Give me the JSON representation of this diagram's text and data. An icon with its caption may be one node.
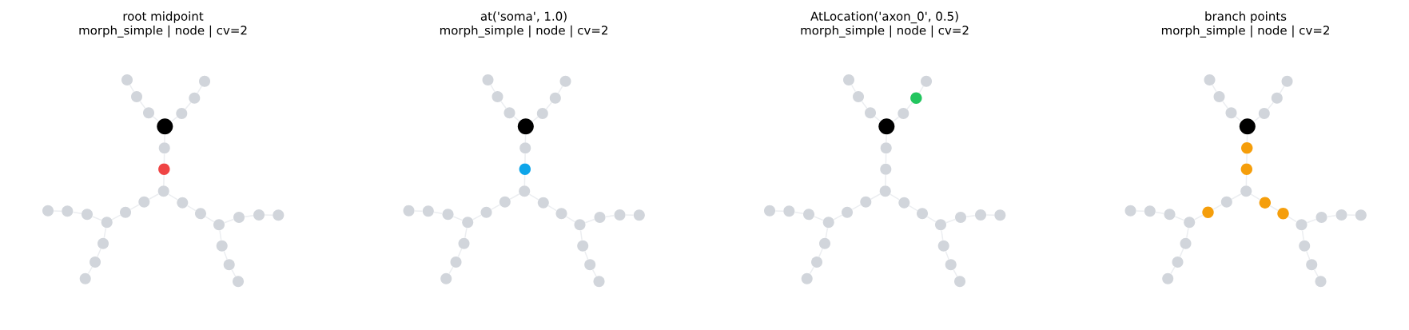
{
  "diagram": {
    "nodes": [
      {
        "text": [],
        "shape": "circle"
      },
      {
        "text": [],
        "shape": "circle"
      },
      {
        "text": [],
        "shape": "circle"
      },
      {
        "text": [],
        "shape": "circle"
      },
      {
        "text": [],
        "shape": "circle"
      },
      {
        "text": [],
        "shape": "circle"
      },
      {
        "text": [],
        "shape": "circle"
      },
      {
        "text": [],
        "shape": "circle"
      },
      {
        "text": [],
        "shape": "circle"
      },
      {
        "text": [],
        "shape": "circle"
      },
      {
        "text": [],
        "shape": "circle"
      },
      {
        "text": [],
        "shape": "circle"
      },
      {
        "text": [],
        "shape": "circle"
      },
      {
        "text": [],
        "shape": "circle"
      },
      {
        "text": [],
        "shape": "circle"
      },
      {
        "text": [],
        "shape": "circle"
      },
      {
        "text": [],
        "shape": "circle"
      },
      {
        "text": [],
        "shape": "circle"
      },
      {
        "text": [],
        "shape": "circle"
      },
      {
        "text": [],
        "shape": "circle"
      },
      {
        "text": [],
        "shape": "circle"
      },
      {
        "text": [],
        "shape": "circle"
      },
      {
        "text": [],
        "shape": "circle"
      },
      {
        "text": [],
        "shape": "circle"
      },
      {
        "text": [],
        "shape": "circle"
      },
      {
        "text": [],
        "shape": "circle"
      },
      {
        "text": [],
        "shape": "circle"
      },
      {
        "text": [],
        "shape": "circle"
      },
      {
        "text": [],
        "shape": "circle"
      },
      {
        "text": [],
        "shape": "circle"
      },
      {
        "text": [],
        "shape": "circle"
      },
      {
        "text": [],
        "shape": "circle"
      },
      {
        "text": [],
        "shape": "circle"
      },
      {
        "text": [],
        "shape": "circle"
      },
      {
        "text": [],
        "shape": "circle"
      },
      {
        "text": [],
        "shape": "circle"
      },
      {
        "text": [],
        "shape": "circle"
      },
      {
        "text": [],
        "shape": "circle"
      },
      {
        "text": [],
        "shape": "circle"
      },
      {
        "text": [],
        "shape": "circle"
      },
      {
        "text": [],
        "shape": "circle"
      },
      {
        "text": [],
        "shape": "circle"
      },
      {
        "text": [],
        "shape": "circle"
      },
      {
        "text": [],
        "shape": "circle"
      },
      {
        "text": [],
        "shape": "circle"
      },
      {
        "text": [],
        "shape": "circle"
      },
      {
        "text": [],
        "shape": "circle"
      },
      {
        "text": [],
        "shape": "circle"
      },
      {
        "text": [],
        "shape": "circle"
      },
      {
        "text": [],
        "shape": "circle"
      },
      {
        "text": [],
        "shape": "circle"
      },
      {
        "text": [],
        "shape": "circle"
      },
      {
        "text": [],
        "shape": "circle"
      },
      {
        "text": [],
        "shape": "circle"
      },
      {
        "text": [],
        "shape": "circle"
      },
      {
        "text": [],
        "shape": "circle"
      },
      {
        "text": [],
        "shape": "circle"
      },
      {
        "text": [],
        "shape": "circle"
      },
      {
        "text": [],
        "shape": "circle"
      },
      {
        "text": [],
        "shape": "circle"
      },
      {
        "text": [],
        "shape": "circle"
      },
      {
        "text": [],
        "shape": "circle"
      },
      {
        "text": [],
        "shape": "circle"
      },
      {
        "text": [],
        "shape": "circle"
      },
      {
        "text": [],
        "shape": "circle"
      },
      {
        "text": [],
        "shape": "circle"
      },
      {
        "text": [],
        "shape": "circle"
      },
      {
        "text": [],
        "shape": "circle"
      },
      {
        "text": [],
        "shape": "circle"
      },
      {
        "text": [],
        "shape": "circle"
      },
      {
        "text": [],
        "shape": "circle"
      },
      {
        "text": [],
        "shape": "circle"
      },
      {
        "text": [],
        "shape": "circle"
      },
      {
        "text": [],
        "shape": "circle"
      },
      {
        "text": [],
        "shape": "circle"
      },
      {
        "text": [],
        "shape": "circle"
      },
      {
        "text": [],
        "shape": "circle"
      },
      {
        "text": [],
        "shape": "circle"
      },
      {
        "text": [],
        "shape": "circle"
      },
      {
        "text": [],
        "shape": "circle"
      },
      {
        "text": [],
        "shape": "circle"
      },
      {
        "text": [],
        "shape": "circle"
      },
      {
        "text": [],
        "shape": "circle"
      },
      {
        "text": [],
        "shape": "circle"
      },
      {
        "text": [],
        "shape": "circle"
      },
      {
        "text": [],
        "shape": "circle"
      },
      {
        "text": [],
        "shape": "circle"
      },
      {
        "text": [],
        "shape": "circle"
      },
      {
        "text": [],
        "shape": "circle"
      },
      {
        "text": [],
        "shape": "circle"
      },
      {
        "text": [],
        "shape": "circle"
      },
      {
        "text": [],
        "shape": "circle"
      },
      {
        "text": [],
        "shape": "circle"
      },
      {
        "text": [],
        "shape": "circle"
      },
      {
        "text": [],
        "shape": "circle"
      },
      {
        "text": [],
        "shape": "circle"
      },
      {
        "text": [],
        "shape": "circle"
      },
      {
        "text": [],
        "shape": "circle"
      },
      {
        "text": [],
        "shape": "circle"
      },
      {
        "text": [],
        "shape": "circle"
      },
      {
        "text": [],
        "shape": "circle"
      },
      {
        "text": [],
        "shape": "circle"
      },
      {
        "text": [],
        "shape": "circle"
      },
      {
        "text": [],
        "shape": "circle"
      },
      {
        "text": [],
        "shape": "circle"
      },
      {
        "text": [],
        "shape": "circle"
      },
      {
        "text": [],
        "shape": "circle"
      },
      {
        "text": [],
        "shape": "circle"
      },
      {
        "text": [],
        "shape": "circle"
      },
      {
        "text": [],
        "shape": "circle"
      },
      {
        "text": [],
        "shape": "circle"
      },
      {
        "text": [],
        "shape": "circle"
      }
    ],
    "edges": [
      {
        "from": 6,
        "to": 4,
        "arrow": "none"
      },
      {
        "from": 4,
        "to": 2,
        "arrow": "none"
      },
      {
        "from": 2,
        "to": 0,
        "arrow": "none"
      },
      {
        "from": 6,
        "to": 5,
        "arrow": "none"
      },
      {
        "from": 5,
        "to": 3,
        "arrow": "none"
      },
      {
        "from": 3,
        "to": 1,
        "arrow": "none"
      },
      {
        "from": 6,
        "to": 7,
        "arrow": "none"
      },
      {
        "from": 7,
        "to": 8,
        "arrow": "none"
      },
      {
        "from": 8,
        "to": 9,
        "arrow": "none"
      },
      {
        "from": 9,
        "to": 10,
        "arrow": "none"
      },
      {
        "from": 10,
        "to": 14,
        "arrow": "none"
      },
      {
        "from": 14,
        "to": 20,
        "arrow": "none"
      },
      {
        "from": 20,
        "to": 16,
        "arrow": "none"
      },
      {
        "from": 16,
        "to": 13,
        "arrow": "none"
      },
      {
        "from": 13,
        "to": 12,
        "arrow": "none"
      },
      {
        "from": 20,
        "to": 22,
        "arrow": "none"
      },
      {
        "from": 22,
        "to": 24,
        "arrow": "none"
      },
      {
        "from": 24,
        "to": 26,
        "arrow": "none"
      },
      {
        "from": 9,
        "to": 11,
        "arrow": "none"
      },
      {
        "from": 11,
        "to": 15,
        "arrow": "none"
      },
      {
        "from": 15,
        "to": 21,
        "arrow": "none"
      },
      {
        "from": 21,
        "to": 19,
        "arrow": "none"
      },
      {
        "from": 19,
        "to": 17,
        "arrow": "none"
      },
      {
        "from": 17,
        "to": 18,
        "arrow": "none"
      },
      {
        "from": 21,
        "to": 23,
        "arrow": "none"
      },
      {
        "from": 23,
        "to": 25,
        "arrow": "none"
      },
      {
        "from": 25,
        "to": 27,
        "arrow": "none"
      },
      {
        "from": 34,
        "to": 32,
        "arrow": "none"
      },
      {
        "from": 32,
        "to": 30,
        "arrow": "none"
      },
      {
        "from": 30,
        "to": 28,
        "arrow": "none"
      },
      {
        "from": 34,
        "to": 33,
        "arrow": "none"
      },
      {
        "from": 33,
        "to": 31,
        "arrow": "none"
      },
      {
        "from": 31,
        "to": 29,
        "arrow": "none"
      },
      {
        "from": 34,
        "to": 35,
        "arrow": "none"
      },
      {
        "from": 35,
        "to": 36,
        "arrow": "none"
      },
      {
        "from": 36,
        "to": 37,
        "arrow": "none"
      },
      {
        "from": 37,
        "to": 38,
        "arrow": "none"
      },
      {
        "from": 38,
        "to": 42,
        "arrow": "none"
      },
      {
        "from": 42,
        "to": 48,
        "arrow": "none"
      },
      {
        "from": 48,
        "to": 44,
        "arrow": "none"
      },
      {
        "from": 44,
        "to": 41,
        "arrow": "none"
      },
      {
        "from": 41,
        "to": 40,
        "arrow": "none"
      },
      {
        "from": 48,
        "to": 50,
        "arrow": "none"
      },
      {
        "from": 50,
        "to": 52,
        "arrow": "none"
      },
      {
        "from": 52,
        "to": 54,
        "arrow": "none"
      },
      {
        "from": 37,
        "to": 39,
        "arrow": "none"
      },
      {
        "from": 39,
        "to": 43,
        "arrow": "none"
      },
      {
        "from": 43,
        "to": 49,
        "arrow": "none"
      },
      {
        "from": 49,
        "to": 47,
        "arrow": "none"
      },
      {
        "from": 47,
        "to": 45,
        "arrow": "none"
      },
      {
        "from": 45,
        "to": 46,
        "arrow": "none"
      },
      {
        "from": 49,
        "to": 51,
        "arrow": "none"
      },
      {
        "from": 51,
        "to": 53,
        "arrow": "none"
      },
      {
        "from": 53,
        "to": 55,
        "arrow": "none"
      },
      {
        "from": 62,
        "to": 60,
        "arrow": "none"
      },
      {
        "from": 60,
        "to": 58,
        "arrow": "none"
      },
      {
        "from": 58,
        "to": 56,
        "arrow": "none"
      },
      {
        "from": 62,
        "to": 61,
        "arrow": "none"
      },
      {
        "from": 61,
        "to": 59,
        "arrow": "none"
      },
      {
        "from": 59,
        "to": 57,
        "arrow": "none"
      },
      {
        "from": 62,
        "to": 63,
        "arrow": "none"
      },
      {
        "from": 63,
        "to": 64,
        "arrow": "none"
      },
      {
        "from": 64,
        "to": 65,
        "arrow": "none"
      },
      {
        "from": 65,
        "to": 66,
        "arrow": "none"
      },
      {
        "from": 66,
        "to": 70,
        "arrow": "none"
      },
      {
        "from": 70,
        "to": 76,
        "arrow": "none"
      },
      {
        "from": 76,
        "to": 72,
        "arrow": "none"
      },
      {
        "from": 72,
        "to": 69,
        "arrow": "none"
      },
      {
        "from": 69,
        "to": 68,
        "arrow": "none"
      },
      {
        "from": 76,
        "to": 78,
        "arrow": "none"
      },
      {
        "from": 78,
        "to": 80,
        "arrow": "none"
      },
      {
        "from": 80,
        "to": 82,
        "arrow": "none"
      },
      {
        "from": 65,
        "to": 67,
        "arrow": "none"
      },
      {
        "from": 67,
        "to": 71,
        "arrow": "none"
      },
      {
        "from": 71,
        "to": 77,
        "arrow": "none"
      },
      {
        "from": 77,
        "to": 75,
        "arrow": "none"
      },
      {
        "from": 75,
        "to": 73,
        "arrow": "none"
      },
      {
        "from": 73,
        "to": 74,
        "arrow": "none"
      },
      {
        "from": 77,
        "to": 79,
        "arrow": "none"
      },
      {
        "from": 79,
        "to": 81,
        "arrow": "none"
      },
      {
        "from": 81,
        "to": 83,
        "arrow": "none"
      },
      {
        "from": 90,
        "to": 88,
        "arrow": "none"
      },
      {
        "from": 88,
        "to": 86,
        "arrow": "none"
      },
      {
        "from": 86,
        "to": 84,
        "arrow": "none"
      },
      {
        "from": 90,
        "to": 89,
        "arrow": "none"
      },
      {
        "from": 89,
        "to": 87,
        "arrow": "none"
      },
      {
        "from": 87,
        "to": 85,
        "arrow": "none"
      },
      {
        "from": 90,
        "to": 91,
        "arrow": "none"
      },
      {
        "from": 91,
        "to": 92,
        "arrow": "none"
      },
      {
        "from": 92,
        "to": 93,
        "arrow": "none"
      },
      {
        "from": 93,
        "to": 94,
        "arrow": "none"
      },
      {
        "from": 94,
        "to": 98,
        "arrow": "none"
      },
      {
        "from": 98,
        "to": 104,
        "arrow": "none"
      },
      {
        "from": 104,
        "to": 100,
        "arrow": "none"
      },
      {
        "from": 100,
        "to": 97,
        "arrow": "none"
      },
      {
        "from": 97,
        "to": 96,
        "arrow": "none"
      },
      {
        "from": 104,
        "to": 106,
        "arrow": "none"
      },
      {
        "from": 106,
        "to": 108,
        "arrow": "none"
      },
      {
        "from": 108,
        "to": 110,
        "arrow": "none"
      },
      {
        "from": 93,
        "to": 95,
        "arrow": "none"
      },
      {
        "from": 95,
        "to": 99,
        "arrow": "none"
      },
      {
        "from": 99,
        "to": 105,
        "arrow": "none"
      },
      {
        "from": 105,
        "to": 103,
        "arrow": "none"
      },
      {
        "from": 103,
        "to": 101,
        "arrow": "none"
      },
      {
        "from": 101,
        "to": 102,
        "arrow": "none"
      },
      {
        "from": 105,
        "to": 107,
        "arrow": "none"
      },
      {
        "from": 107,
        "to": 109,
        "arrow": "none"
      },
      {
        "from": 109,
        "to": 111,
        "arrow": "none"
      }
    ],
    "labels": [
      "root midpoint",
      "morph_simple | node | cv=2",
      "at('soma', 1.0)",
      "morph_simple | node | cv=2",
      "AtLocation('axon_0', 0.5)",
      "morph_simple | node | cv=2",
      "branch points",
      "morph_simple | node | cv=2"
    ]
  }
}
